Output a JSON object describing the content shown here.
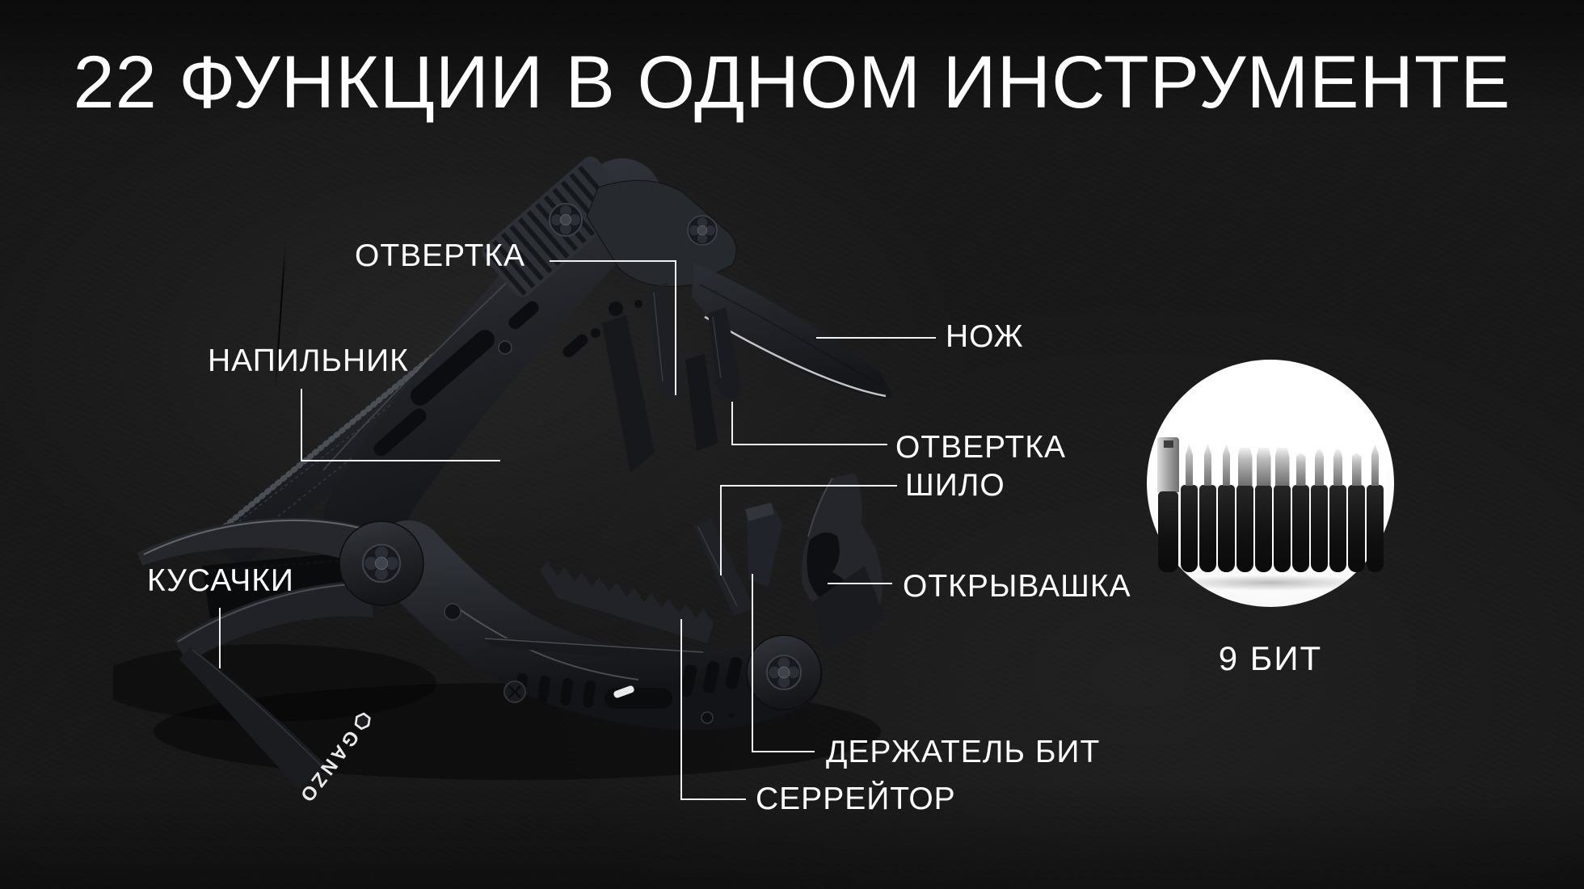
{
  "title": "22 ФУНКЦИИ В ОДНОМ ИНСТРУМЕНТЕ",
  "callouts": {
    "screwdriver_top": {
      "label": "ОТВЕРТКА"
    },
    "file": {
      "label": "НАПИЛЬНИК"
    },
    "wire_cutters": {
      "label": "КУСАЧКИ"
    },
    "knife": {
      "label": "НОЖ"
    },
    "screwdriver_flat": {
      "label": "ОТВЕРТКА"
    },
    "awl": {
      "label": "ШИЛО"
    },
    "bottle_opener": {
      "label": "ОТКРЫВАШКА"
    },
    "bit_holder": {
      "label": "ДЕРЖАТЕЛЬ БИТ"
    },
    "serrated_edge": {
      "label": "СЕРРЕЙТОР"
    }
  },
  "bits_panel": {
    "caption": "9 БИТ",
    "bits": [
      "holder",
      "phillips",
      "phillips",
      "phillips",
      "flat",
      "flat",
      "flat",
      "hex",
      "torx",
      "torx",
      "hex",
      "phillips"
    ]
  },
  "brand": "GANZO",
  "colors": {
    "background": "#181818",
    "text": "#ffffff",
    "callout_line": "#fafafa",
    "bits_circle": "#ffffff",
    "tool_body": "#25272c"
  }
}
